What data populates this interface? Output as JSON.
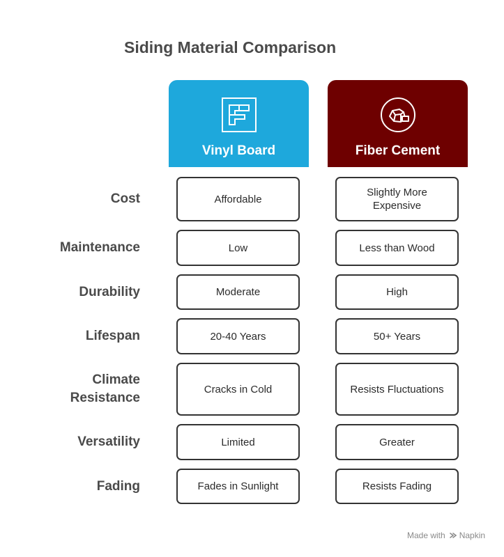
{
  "title": "Siding Material Comparison",
  "columns": [
    {
      "label": "Vinyl Board",
      "icon": "vinyl-panel-icon",
      "color": "#1ea8dc"
    },
    {
      "label": "Fiber Cement",
      "icon": "cement-blocks-icon",
      "color": "#6e0000"
    }
  ],
  "rows": [
    {
      "label": "Cost",
      "values": [
        "Affordable",
        "Slightly More Expensive"
      ]
    },
    {
      "label": "Maintenance",
      "values": [
        "Low",
        "Less than Wood"
      ]
    },
    {
      "label": "Durability",
      "values": [
        "Moderate",
        "High"
      ]
    },
    {
      "label": "Lifespan",
      "values": [
        "20-40 Years",
        "50+ Years"
      ]
    },
    {
      "label": "Climate Resistance",
      "values": [
        "Cracks in Cold",
        "Resists Fluctuations"
      ]
    },
    {
      "label": "Versatility",
      "values": [
        "Limited",
        "Greater"
      ]
    },
    {
      "label": "Fading",
      "values": [
        "Fades in Sunlight",
        "Resists Fading"
      ]
    }
  ],
  "footer": {
    "made_with": "Made with",
    "brand": "Napkin"
  }
}
